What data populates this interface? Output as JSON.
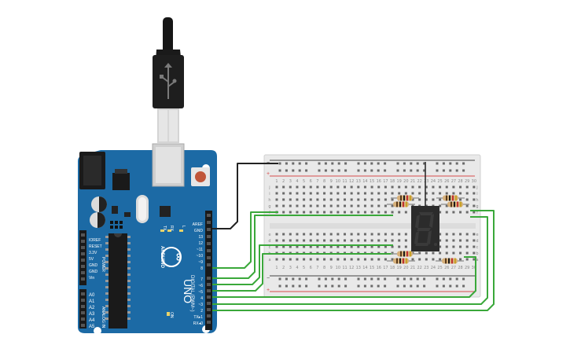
{
  "board": {
    "brand": "ARDUINO",
    "model": "UNO",
    "logo_symbol": "∞",
    "on_label": "ON",
    "tx_label": "TX",
    "rx_label": "RX",
    "l_label": "L",
    "power_header_title": "POWER",
    "analog_header_title": "ANALOG IN",
    "digital_header_title": "DIGITAL (PWM~)",
    "power_pins": [
      "IOREF",
      "RESET",
      "3.3V",
      "5V",
      "GND",
      "GND",
      "Vin"
    ],
    "analog_pins": [
      "A0",
      "A1",
      "A2",
      "A3",
      "A4",
      "A5"
    ],
    "digital_top_pins": [
      "AREF",
      "GND",
      "13",
      "12",
      "~11",
      "~10",
      "~9",
      "8"
    ],
    "digital_bottom_pins": [
      "7",
      "~6",
      "~5",
      "4",
      "~3",
      "2",
      "TX▸1",
      "RX◂0"
    ]
  },
  "breadboard": {
    "row_letters_top": [
      "j",
      "i",
      "h",
      "g",
      "f"
    ],
    "row_letters_bottom": [
      "e",
      "d",
      "c",
      "b",
      "a"
    ],
    "column_numbers": [
      "1",
      "2",
      "3",
      "4",
      "5",
      "6",
      "7",
      "8",
      "9",
      "10",
      "11",
      "12",
      "13",
      "14",
      "15",
      "16",
      "17",
      "18",
      "19",
      "20",
      "21",
      "22",
      "23",
      "24",
      "25",
      "26",
      "27",
      "28",
      "29",
      "30"
    ],
    "rail_plus": "+",
    "rail_minus": "−"
  },
  "display": {
    "digit": "8."
  },
  "colors": {
    "board_blue": "#1c6aa5",
    "wire_green": "#3aa83a",
    "wire_black": "#222222",
    "breadboard_body": "#e9e9e9",
    "rail_red": "#d84a4a",
    "rail_dark": "#444444",
    "segment_red": "#cc2222",
    "segment_off": "#3a3a3a"
  }
}
